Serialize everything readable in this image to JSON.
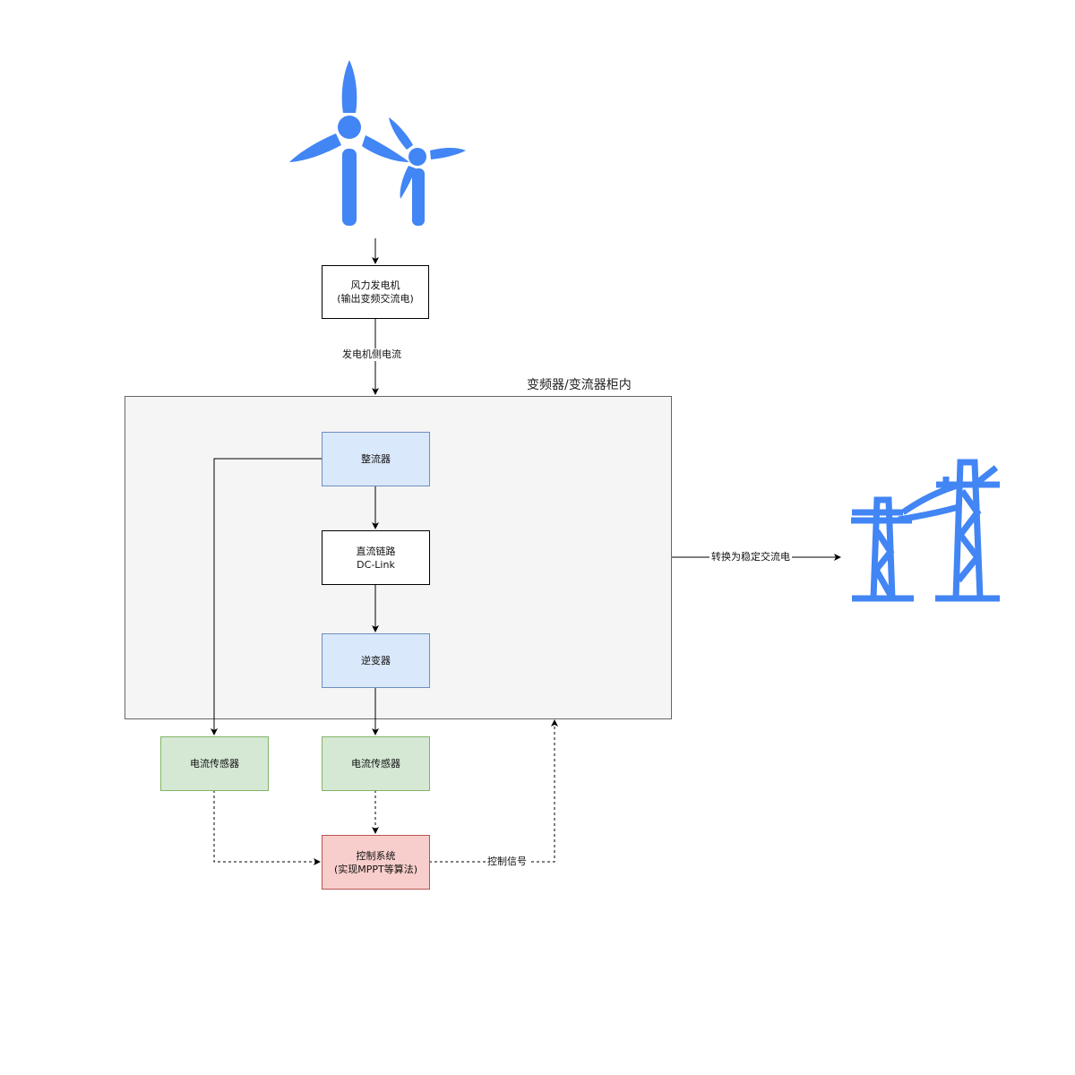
{
  "diagram": {
    "accent_color": "#4285f4",
    "icons": {
      "wind_turbine": "wind-turbine-icon",
      "power_tower": "power-tower-icon"
    },
    "container": {
      "title": "变频器/变流器柜内"
    },
    "nodes": {
      "generator": {
        "line1": "风力发电机",
        "line2": "(输出变频交流电)"
      },
      "rectifier": {
        "line1": "整流器"
      },
      "dc_link": {
        "line1": "直流链路",
        "line2": "DC-Link"
      },
      "inverter": {
        "line1": "逆变器"
      },
      "sensor_left": {
        "line1": "电流传感器"
      },
      "sensor_right": {
        "line1": "电流传感器"
      },
      "control": {
        "line1": "控制系统",
        "line2": "(实现MPPT等算法)"
      }
    },
    "edge_labels": {
      "generator_current": "发电机侧电流",
      "to_grid": "转换为稳定交流电",
      "control_signal": "控制信号"
    }
  }
}
